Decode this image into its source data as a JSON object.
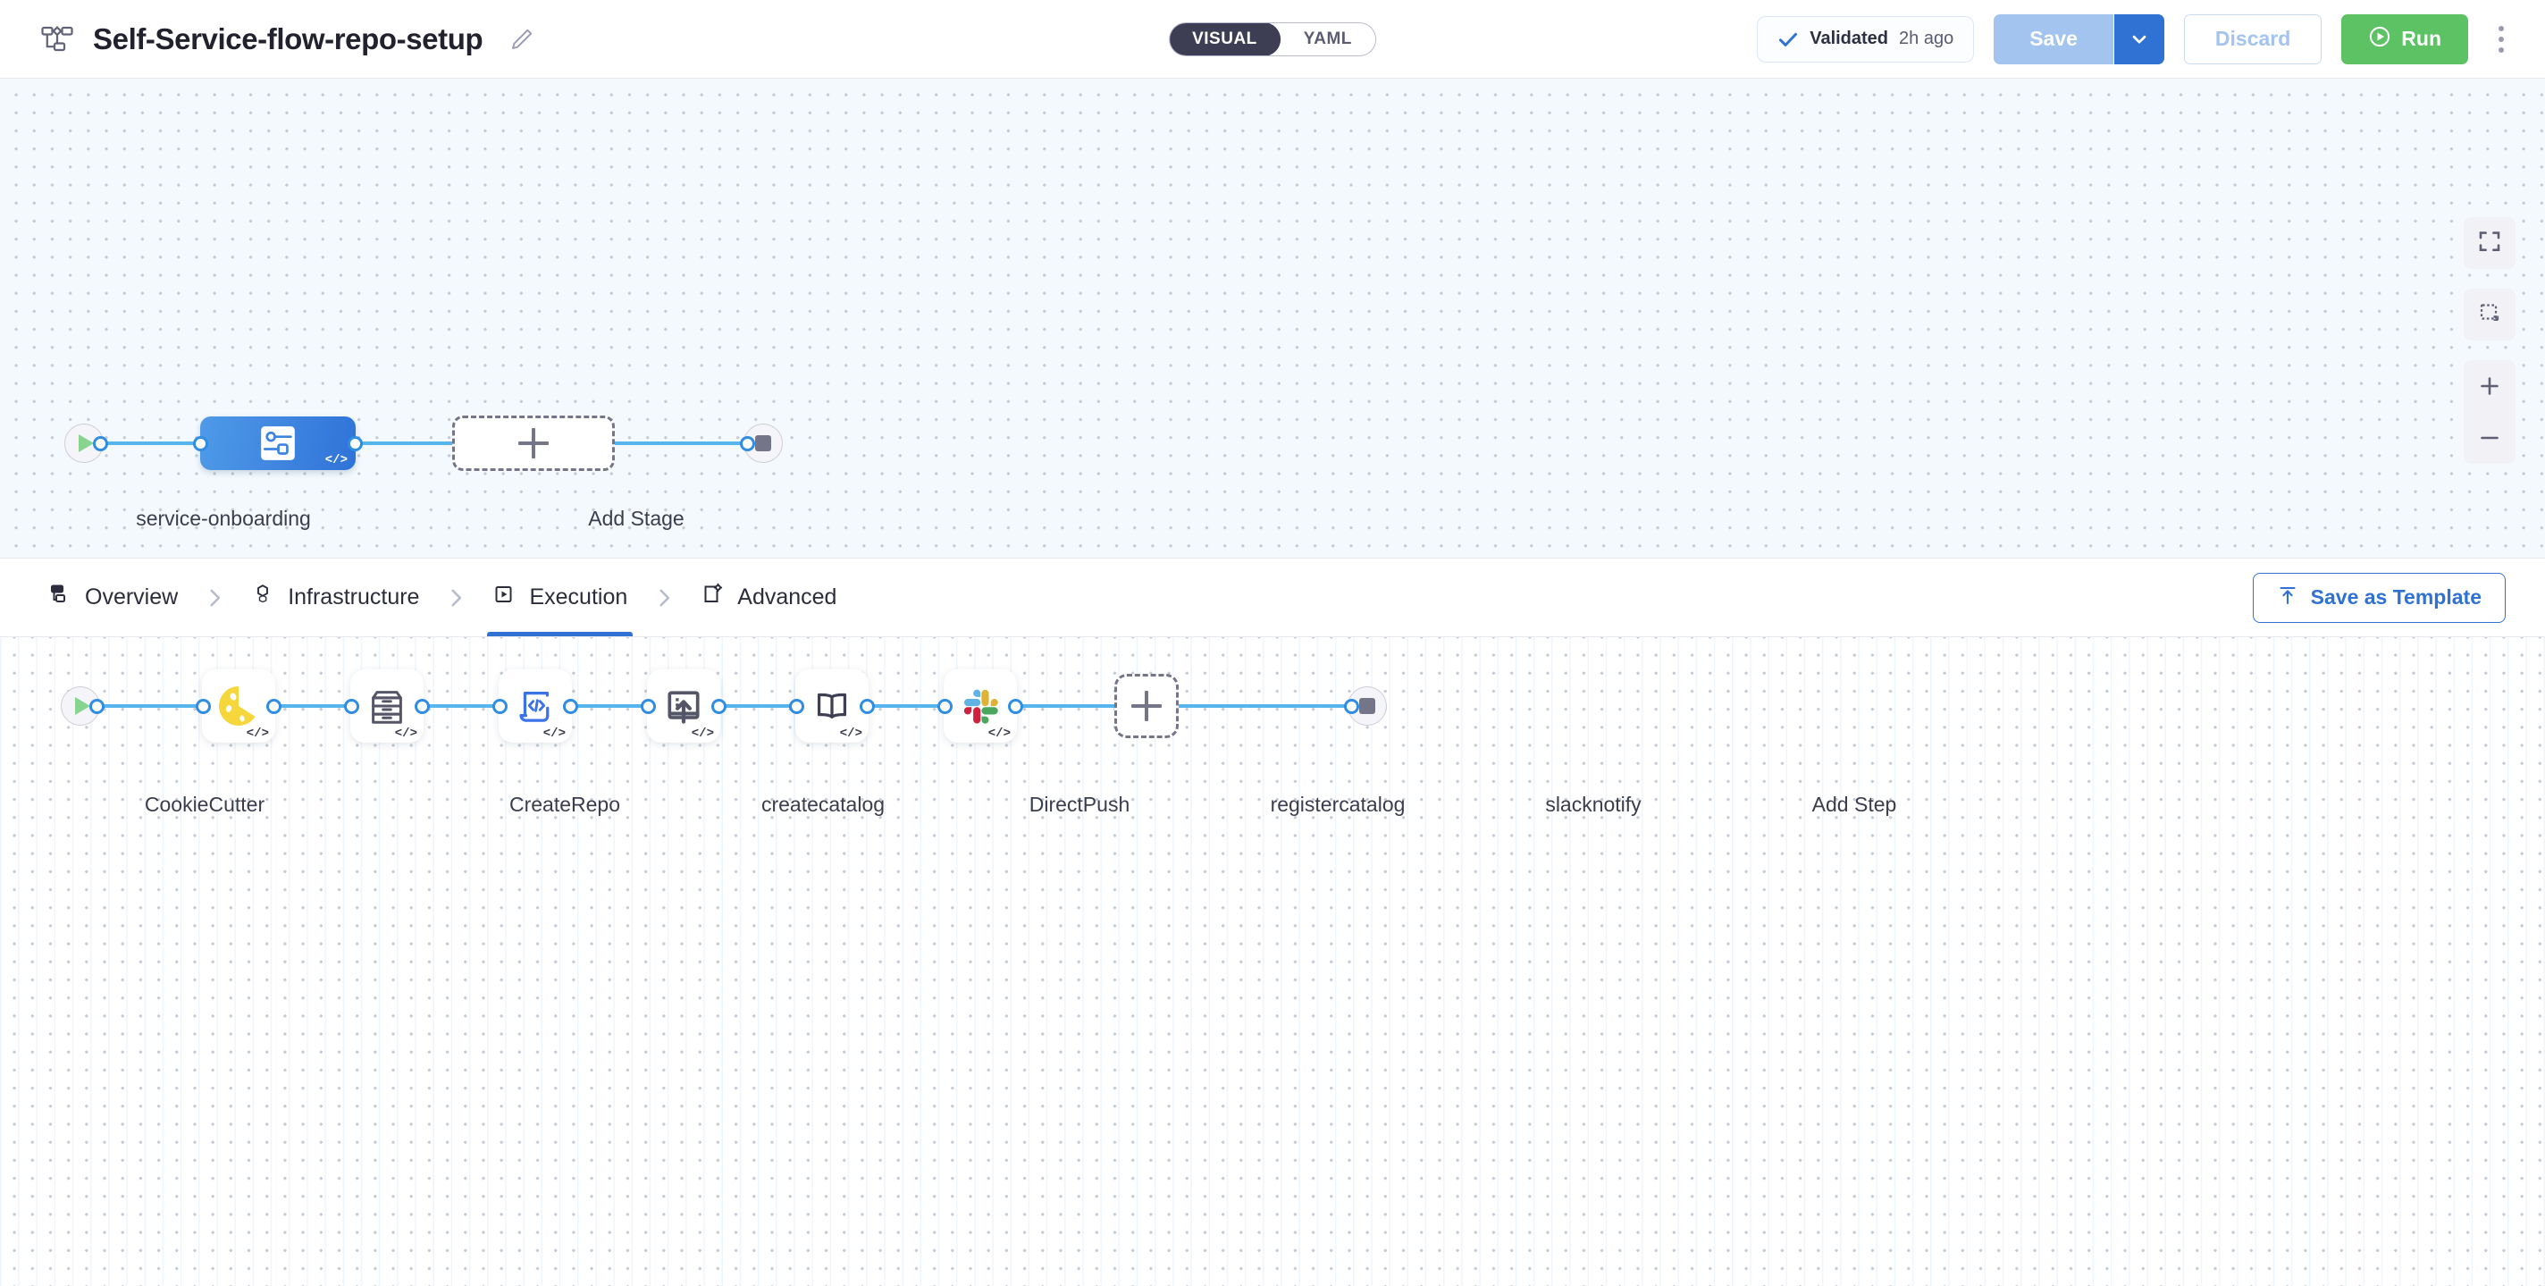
{
  "header": {
    "pipeline_icon": "pipeline-icon",
    "title": "Self-Service-flow-repo-setup",
    "edit_icon": "pencil-icon",
    "mode_toggle": {
      "options": [
        "VISUAL",
        "YAML"
      ],
      "selected": "VISUAL"
    },
    "validation": {
      "icon": "check-icon",
      "status": "Validated",
      "time": "2h ago"
    },
    "save_label": "Save",
    "save_caret_icon": "chevron-down-icon",
    "discard_label": "Discard",
    "run_label": "Run",
    "run_icon": "play-circle-icon",
    "more_icon": "kebab-menu-icon"
  },
  "stage_canvas": {
    "start_node": "start-icon",
    "end_node": "stop-icon",
    "stages": [
      {
        "label": "service-onboarding",
        "icon": "deployment-flow-icon",
        "code_badge": "</>",
        "selected": true
      }
    ],
    "add_stage_label": "Add Stage",
    "add_stage_icon": "plus-icon"
  },
  "tabs": {
    "items": [
      {
        "label": "Overview",
        "icon": "overview-icon",
        "active": false
      },
      {
        "label": "Infrastructure",
        "icon": "infrastructure-icon",
        "active": false
      },
      {
        "label": "Execution",
        "icon": "execution-icon",
        "active": true
      },
      {
        "label": "Advanced",
        "icon": "advanced-icon",
        "active": false
      }
    ],
    "separator_icon": "chevron-right-icon",
    "save_template_label": "Save as Template",
    "save_template_icon": "upload-template-icon"
  },
  "step_canvas": {
    "start_node": "start-icon",
    "end_node": "stop-icon",
    "steps": [
      {
        "label": "CookieCutter",
        "icon": "cookie-icon",
        "code_badge": "</>"
      },
      {
        "label": "CreateRepo",
        "icon": "archive-icon",
        "code_badge": "</>"
      },
      {
        "label": "createcatalog",
        "icon": "shell-script-icon",
        "code_badge": "</>"
      },
      {
        "label": "DirectPush",
        "icon": "push-upload-icon",
        "code_badge": "</>"
      },
      {
        "label": "registercatalog",
        "icon": "open-book-icon",
        "code_badge": "</>"
      },
      {
        "label": "slacknotify",
        "icon": "slack-icon",
        "code_badge": "</>"
      }
    ],
    "add_step_label": "Add Step",
    "add_step_icon": "plus-icon"
  },
  "canvas_controls": [
    {
      "name": "fit-to-screen",
      "icon": "fit-screen-icon"
    },
    {
      "name": "selection-mode",
      "icon": "marquee-select-icon"
    },
    {
      "name": "zoom-in",
      "icon": "plus-icon"
    },
    {
      "name": "zoom-out",
      "icon": "minus-icon"
    }
  ],
  "colors": {
    "accent_blue": "#2f72d4",
    "link_blue": "#56b5ed",
    "run_green": "#5dc264",
    "stage_blue": "#4f9ae8",
    "canvas_bg": "#f3f9fc"
  }
}
